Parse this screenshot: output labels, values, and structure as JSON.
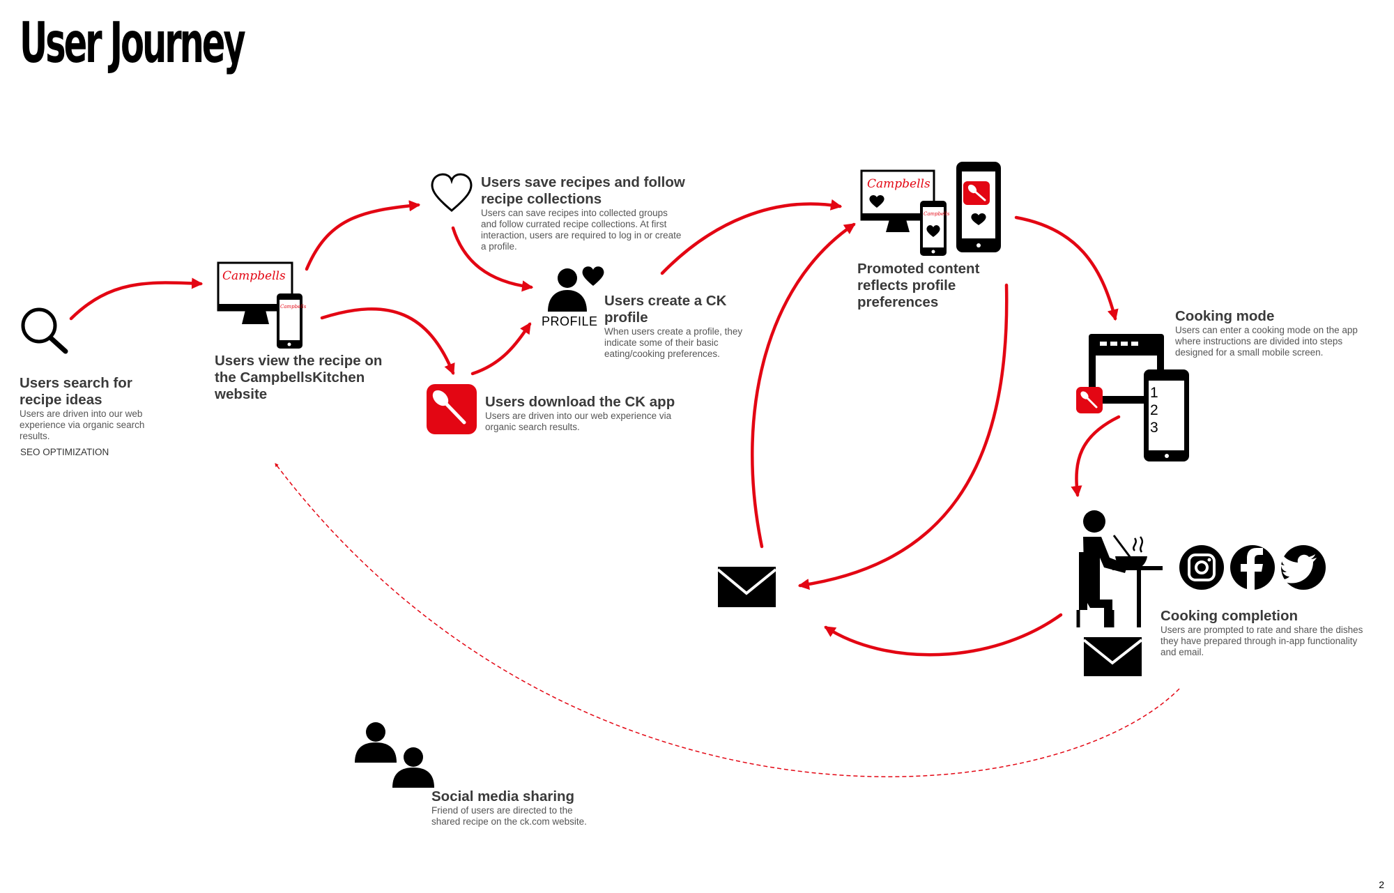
{
  "page": {
    "title": "User Journey",
    "number": "2"
  },
  "steps": {
    "search": {
      "title": "Users search for recipe ideas",
      "desc": "Users are driven into our web experience via organic search results.",
      "tag": "SEO OPTIMIZATION"
    },
    "view": {
      "title": "Users view the recipe on the CampbellsKitchen website"
    },
    "save": {
      "title": "Users save recipes and follow recipe collections",
      "desc": "Users can save recipes into collected groups and follow currated recipe collections. At first interaction, users are required to log in or create a profile."
    },
    "download": {
      "title": "Users download the CK app",
      "desc": "Users are driven into our web experience via organic search results."
    },
    "profile": {
      "title": "Users create a CK profile",
      "desc": "When users create a profile, they indicate some of their basic eating/cooking preferences.",
      "icon_label": "PROFILE"
    },
    "promoted": {
      "title": "Promoted content reflects profile preferences"
    },
    "cooking_mode": {
      "title": "Cooking mode",
      "desc": "Users can enter a cooking mode on the app where instructions are divided into steps designed for a small mobile screen.",
      "step_numbers": [
        "1",
        "2",
        "3"
      ]
    },
    "completion": {
      "title": "Cooking completion",
      "desc": "Users are prompted to rate and share the dishes they have prepared through in-app functionality and email."
    },
    "social": {
      "title": "Social media sharing",
      "desc": "Friend of users are directed to the shared recipe on the ck.com website."
    }
  },
  "brand": {
    "logo_text": "Campbells",
    "accent_color": "#e30613"
  },
  "icons": [
    "search-icon",
    "desktop-mobile-icon",
    "heart-outline-icon",
    "app-spoon-icon",
    "profile-heart-icon",
    "devices-heart-icon",
    "oven-phone-icon",
    "diner-icon",
    "instagram-icon",
    "facebook-icon",
    "twitter-icon",
    "envelope-icon",
    "users-icon"
  ]
}
